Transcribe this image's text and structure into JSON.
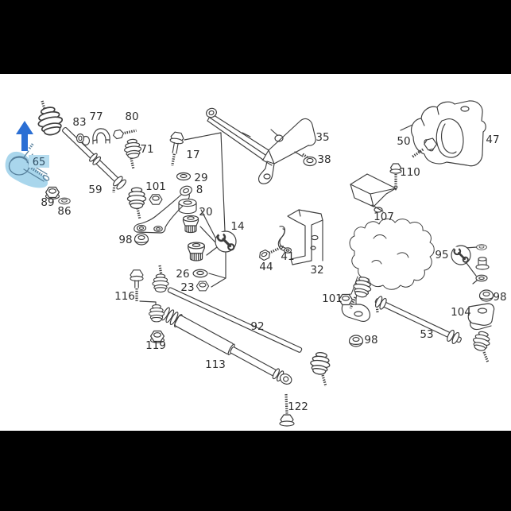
{
  "meta": {
    "diagram_type": "exploded-parts-diagram",
    "highlighted_callout": "65"
  },
  "colors": {
    "line": "#3d3d3d",
    "background": "#ffffff",
    "letterbox": "#000000"
  },
  "highlight": {
    "arrow_color": "#2b6fd4",
    "part_fill": "#a9d6ec",
    "part_outline": "#57809c",
    "label_background": "#b5dcef"
  },
  "callouts": [
    {
      "text": "65",
      "part": "tie rod end (highlighted)"
    },
    {
      "text": "83",
      "part": "clamp"
    },
    {
      "text": "77",
      "part": "clamp"
    },
    {
      "text": "80",
      "part": "bolt"
    },
    {
      "text": "71",
      "part": "tie rod end"
    },
    {
      "text": "59",
      "part": "drag link"
    },
    {
      "text": "89",
      "part": "nut"
    },
    {
      "text": "86",
      "part": "bushing"
    },
    {
      "text": "101",
      "part": "nut"
    },
    {
      "text": "98",
      "part": "nut"
    },
    {
      "text": "17",
      "part": "bolt"
    },
    {
      "text": "29",
      "part": "washer"
    },
    {
      "text": "8",
      "part": "idler arm"
    },
    {
      "text": "20",
      "part": "bushing"
    },
    {
      "text": "14",
      "part": "repair kit"
    },
    {
      "text": "26",
      "part": "washer"
    },
    {
      "text": "23",
      "part": "nut"
    },
    {
      "text": "35",
      "part": "bracket"
    },
    {
      "text": "38",
      "part": "bolt"
    },
    {
      "text": "50",
      "part": "bolt"
    },
    {
      "text": "47",
      "part": "bracket"
    },
    {
      "text": "110",
      "part": "screw"
    },
    {
      "text": "107",
      "part": "cover"
    },
    {
      "text": "41",
      "part": "clamp"
    },
    {
      "text": "44",
      "part": "screw"
    },
    {
      "text": "32",
      "part": "bracket"
    },
    {
      "text": "95",
      "part": "repair kit"
    },
    {
      "text": "98",
      "part": "nut"
    },
    {
      "text": "104",
      "part": "bracket"
    },
    {
      "text": "101",
      "part": "nut"
    },
    {
      "text": "98",
      "part": "nut"
    },
    {
      "text": "116",
      "part": "bolt"
    },
    {
      "text": "119",
      "part": "nut"
    },
    {
      "text": "92",
      "part": "track rod"
    },
    {
      "text": "113",
      "part": "steering damper"
    },
    {
      "text": "53",
      "part": "tie rod"
    },
    {
      "text": "122",
      "part": "bolt"
    }
  ]
}
